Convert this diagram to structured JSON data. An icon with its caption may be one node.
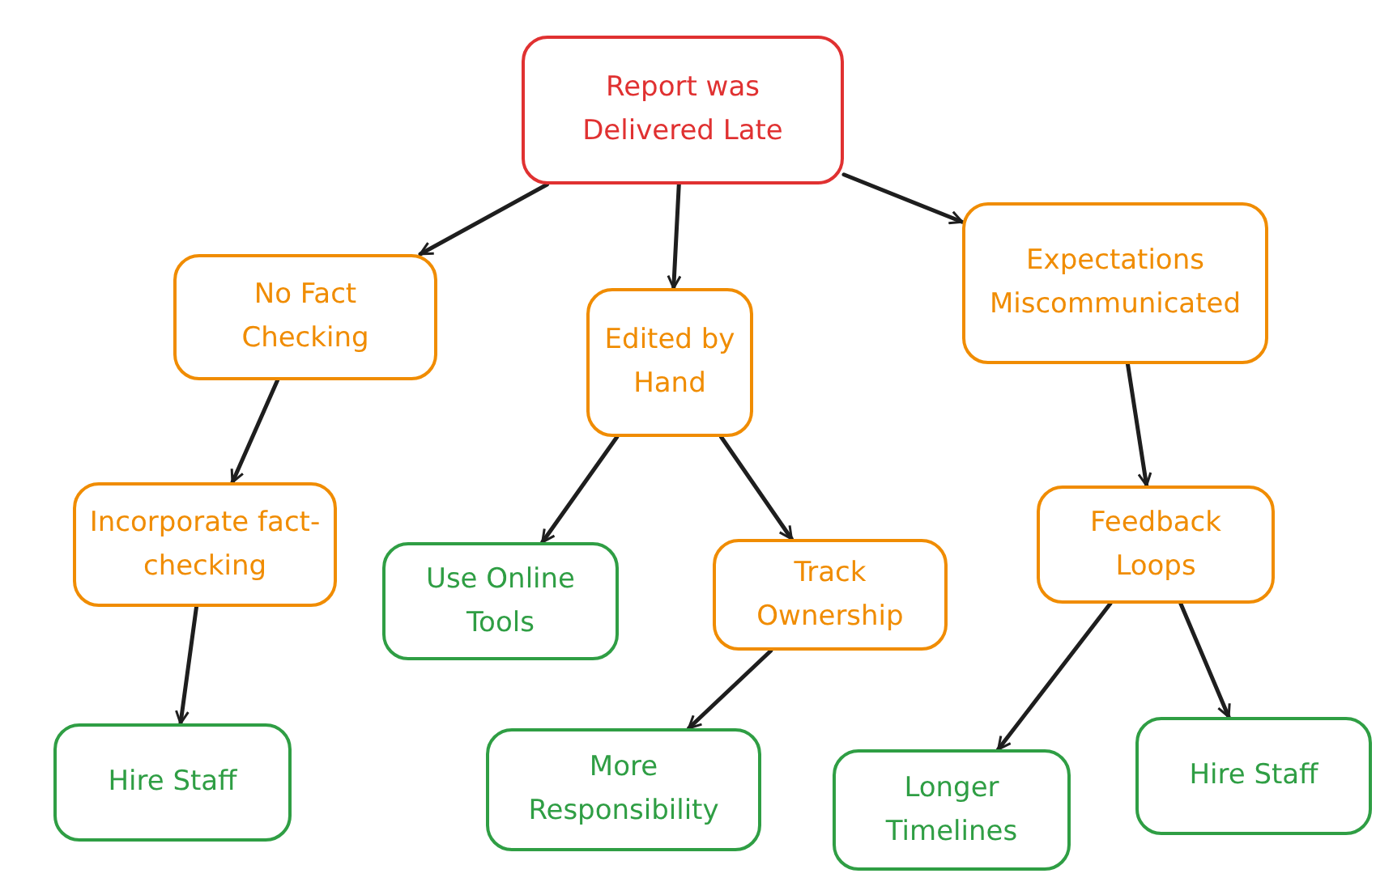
{
  "diagram": {
    "nodes": [
      {
        "text": [
          "Report was Delivered Late"
        ]
      },
      {
        "text": [
          "No Fact Checking"
        ]
      },
      {
        "text": [
          "Edited by Hand"
        ]
      },
      {
        "text": [
          "Expectations Miscommunicated"
        ]
      },
      {
        "text": [
          "Incorporate fact-checking"
        ]
      },
      {
        "text": [
          "Use Online Tools"
        ]
      },
      {
        "text": [
          "Track Ownership"
        ]
      },
      {
        "text": [
          "Feedback Loops"
        ]
      },
      {
        "text": [
          "Hire Staff"
        ]
      },
      {
        "text": [
          "More Responsibility"
        ]
      },
      {
        "text": [
          "Longer Timelines"
        ]
      },
      {
        "text": [
          "Hire Staff"
        ]
      }
    ],
    "edges": [
      {
        "from": 0,
        "to": 1,
        "arrow": "to"
      },
      {
        "from": 0,
        "to": 2,
        "arrow": "to"
      },
      {
        "from": 0,
        "to": 3,
        "arrow": "to"
      },
      {
        "from": 1,
        "to": 4,
        "arrow": "to"
      },
      {
        "from": 2,
        "to": 5,
        "arrow": "to"
      },
      {
        "from": 2,
        "to": 6,
        "arrow": "to"
      },
      {
        "from": 3,
        "to": 7,
        "arrow": "to"
      },
      {
        "from": 4,
        "to": 8,
        "arrow": "to"
      },
      {
        "from": 6,
        "to": 9,
        "arrow": "to"
      },
      {
        "from": 7,
        "to": 10,
        "arrow": "to"
      },
      {
        "from": 7,
        "to": 11,
        "arrow": "to"
      }
    ]
  }
}
